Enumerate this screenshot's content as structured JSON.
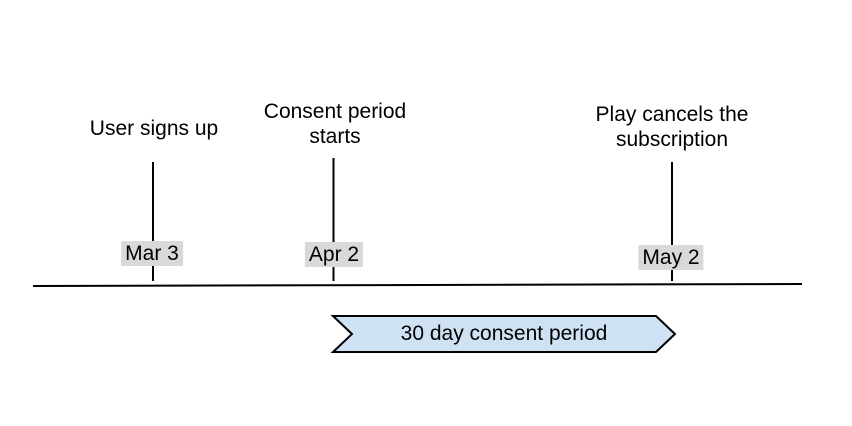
{
  "colors": {
    "background": "#ffffff",
    "text_color": "#000000",
    "line_color": "#000000",
    "chevron_fill": "#cfe2f3",
    "chevron_border": "#000000",
    "date_badge_bg": "#d9d9d9"
  },
  "timeline": {
    "milestones": [
      {
        "label": "User signs up",
        "date": "Mar 3"
      },
      {
        "label": "Consent period starts",
        "date": "Apr 2"
      },
      {
        "label": "Play cancels the subscription",
        "date": "May 2"
      }
    ],
    "banner_label": "30 day consent period"
  }
}
